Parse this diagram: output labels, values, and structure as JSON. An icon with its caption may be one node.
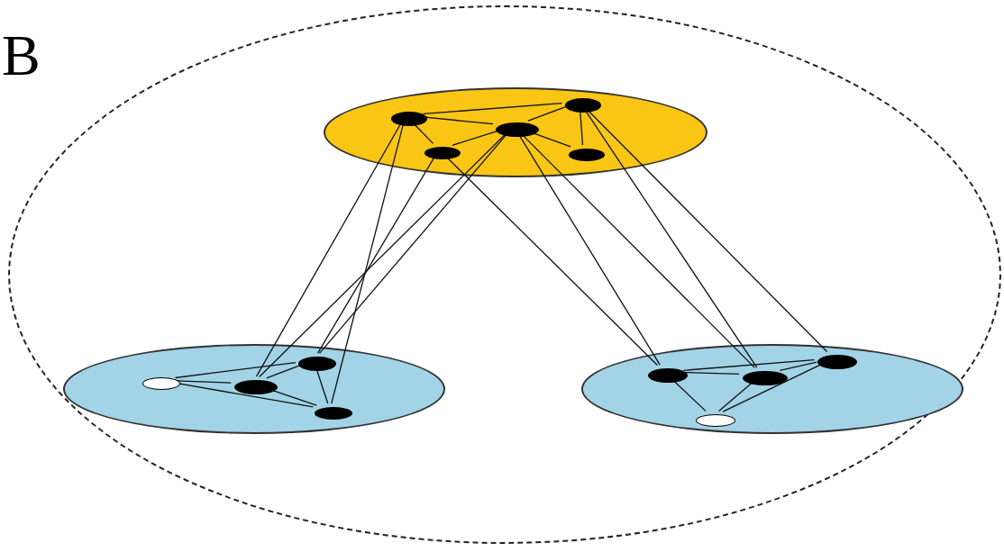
{
  "diagram": {
    "nodes": [
      {
        "text": [],
        "shape": "ellipse"
      },
      {
        "text": [],
        "shape": "ellipse",
        "in": 0
      },
      {
        "text": [],
        "shape": "ellipse",
        "in": 1
      },
      {
        "text": [],
        "shape": "ellipse",
        "in": 1
      },
      {
        "text": [],
        "shape": "ellipse",
        "in": 1
      },
      {
        "text": [],
        "shape": "ellipse",
        "in": 1
      },
      {
        "text": [],
        "shape": "ellipse",
        "in": 1
      },
      {
        "text": [],
        "shape": "ellipse",
        "in": 0
      },
      {
        "text": [],
        "shape": "ellipse",
        "in": 7
      },
      {
        "text": [],
        "shape": "ellipse",
        "in": 7
      },
      {
        "text": [],
        "shape": "ellipse",
        "in": 7
      },
      {
        "text": [],
        "shape": "ellipse",
        "in": 7
      },
      {
        "text": [],
        "shape": "ellipse",
        "in": 0
      },
      {
        "text": [],
        "shape": "ellipse",
        "in": 12
      },
      {
        "text": [],
        "shape": "ellipse",
        "in": 12
      },
      {
        "text": [],
        "shape": "ellipse",
        "in": 12
      },
      {
        "text": [],
        "shape": "ellipse",
        "in": 12
      }
    ],
    "edges": [
      {
        "from": 2,
        "to": 3,
        "arrow": "none"
      },
      {
        "from": 2,
        "to": 4,
        "arrow": "none"
      },
      {
        "from": 2,
        "to": 5,
        "arrow": "none"
      },
      {
        "from": 4,
        "to": 3,
        "arrow": "none"
      },
      {
        "from": 4,
        "to": 5,
        "arrow": "none"
      },
      {
        "from": 4,
        "to": 6,
        "arrow": "none"
      },
      {
        "from": 3,
        "to": 6,
        "arrow": "none"
      },
      {
        "from": 8,
        "to": 9,
        "arrow": "none"
      },
      {
        "from": 8,
        "to": 10,
        "arrow": "none"
      },
      {
        "from": 8,
        "to": 11,
        "arrow": "none"
      },
      {
        "from": 10,
        "to": 9,
        "arrow": "none"
      },
      {
        "from": 10,
        "to": 11,
        "arrow": "none"
      },
      {
        "from": 9,
        "to": 11,
        "arrow": "none"
      },
      {
        "from": 13,
        "to": 14,
        "arrow": "none"
      },
      {
        "from": 13,
        "to": 15,
        "arrow": "none"
      },
      {
        "from": 15,
        "to": 14,
        "arrow": "none"
      },
      {
        "from": 13,
        "to": 16,
        "arrow": "none"
      },
      {
        "from": 15,
        "to": 16,
        "arrow": "none"
      },
      {
        "from": 14,
        "to": 16,
        "arrow": "none"
      },
      {
        "from": 2,
        "to": 10,
        "arrow": "none"
      },
      {
        "from": 2,
        "to": 11,
        "arrow": "none"
      },
      {
        "from": 5,
        "to": 9,
        "arrow": "none"
      },
      {
        "from": 4,
        "to": 10,
        "arrow": "none"
      },
      {
        "from": 4,
        "to": 9,
        "arrow": "none"
      },
      {
        "from": 5,
        "to": 13,
        "arrow": "none"
      },
      {
        "from": 4,
        "to": 13,
        "arrow": "none"
      },
      {
        "from": 4,
        "to": 15,
        "arrow": "none"
      },
      {
        "from": 3,
        "to": 15,
        "arrow": "none"
      },
      {
        "from": 3,
        "to": 14,
        "arrow": "none"
      }
    ],
    "labels": [
      "B"
    ]
  }
}
